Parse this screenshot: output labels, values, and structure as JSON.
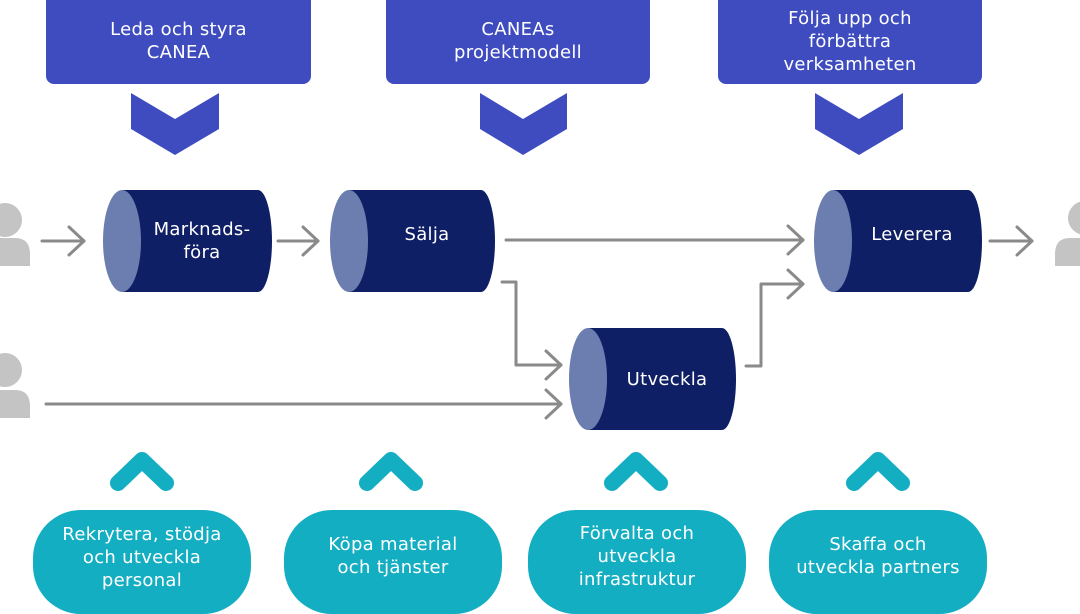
{
  "top_boxes": [
    {
      "label": "Leda och styra\nCANEA"
    },
    {
      "label": "CANEAs\nprojektmodell"
    },
    {
      "label": "Följa upp och\nförbättra\nverksamheten"
    }
  ],
  "processes": [
    {
      "label": "Marknads-\nföra"
    },
    {
      "label": "Sälja"
    },
    {
      "label": "Utveckla"
    },
    {
      "label": "Leverera"
    }
  ],
  "support_pills": [
    {
      "label": "Rekrytera, stödja\noch utveckla\npersonal"
    },
    {
      "label": "Köpa material\noch tjänster"
    },
    {
      "label": "Förvalta och\nutveckla\ninfrastruktur"
    },
    {
      "label": "Skaffa och\nutveckla partners"
    }
  ],
  "icons": [
    "person-icon",
    "arrow-icon",
    "chevron-down-icon",
    "chevron-up-icon"
  ],
  "colors": {
    "management": "#3f4cc0",
    "process_body": "#0f1f66",
    "process_end": "#6b7eaf",
    "support": "#14aec2",
    "arrow": "#8a8a8a",
    "person": "#c4c4c4"
  }
}
